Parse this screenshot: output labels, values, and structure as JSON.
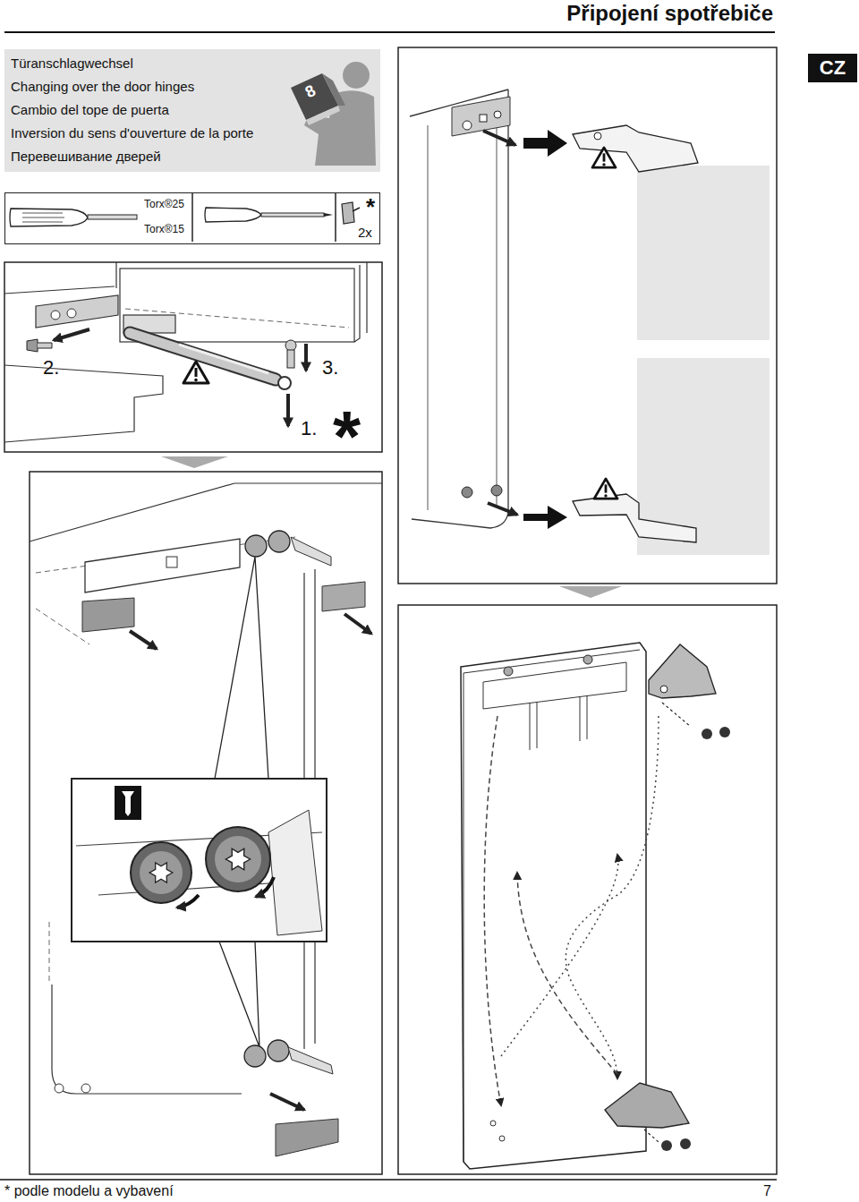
{
  "diagram": {
    "title": "Připojení spotřebiče",
    "nodes": [
      {
        "text": [
          "Türanschlagwechsel",
          "Changing over the door hinges",
          "Cambio del tope de puerta",
          "Inversion du sens d'ouverture de la porte",
          "Перевешивание дверей"
        ]
      },
      {
        "text": [
          "Torx®25",
          "Torx®15",
          "*",
          "2x"
        ]
      },
      {
        "text": [
          "CZ"
        ]
      }
    ],
    "labels": [
      "8",
      "2.",
      "3.",
      "1.",
      "*",
      "* podle modelu a vybavení",
      "7"
    ]
  }
}
